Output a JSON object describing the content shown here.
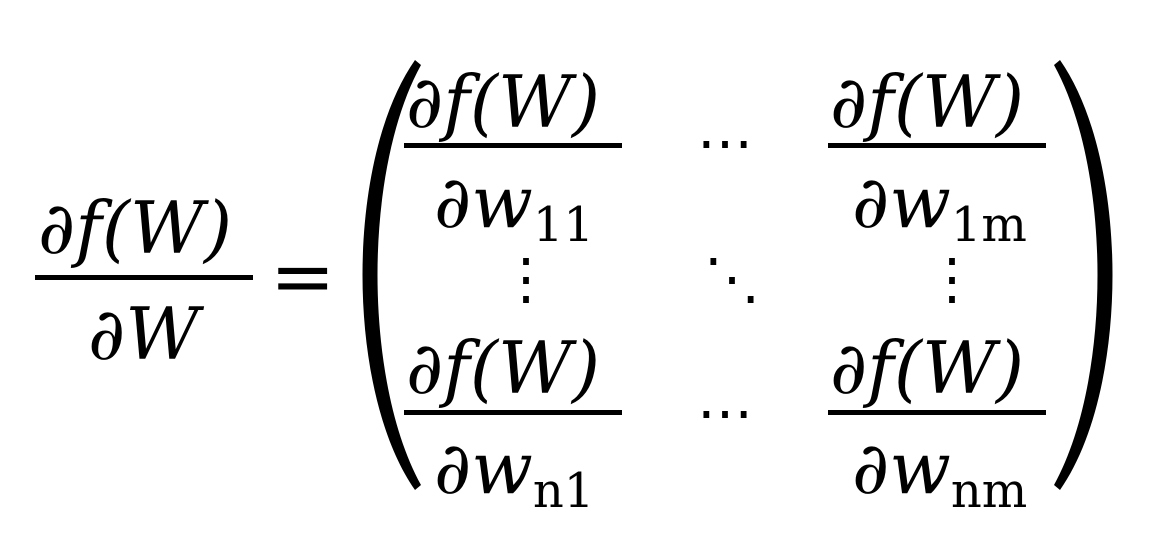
{
  "lhs": {
    "numerator": "∂f(W)",
    "denominator": "∂W"
  },
  "equals": "=",
  "matrix": {
    "r1c1": {
      "numerator": "∂f(W)",
      "partial": "∂w",
      "subscript": "11"
    },
    "r1c3": {
      "numerator": "∂f(W)",
      "partial": "∂w",
      "subscript": "1m"
    },
    "r3c1": {
      "numerator": "∂f(W)",
      "partial": "∂w",
      "subscript": "n1"
    },
    "r3c3": {
      "numerator": "∂f(W)",
      "partial": "∂w",
      "subscript": "nm"
    },
    "hdots": "⋯",
    "vdots": "⋮",
    "ddots": "⋱"
  }
}
